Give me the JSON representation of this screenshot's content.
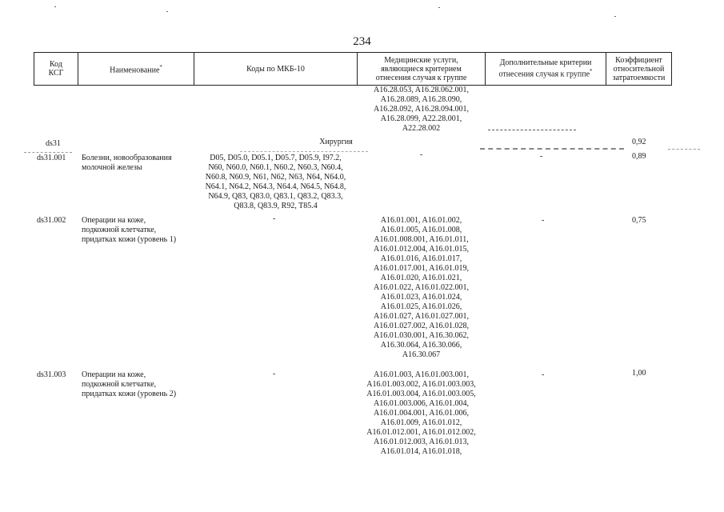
{
  "page_number": "234",
  "headers": {
    "code": [
      "Код",
      "КСГ"
    ],
    "name": "Наименование",
    "name_sup": "*",
    "mkb": "Коды по МКБ-10",
    "services": [
      "Медицинские услуги,",
      "являющиеся критерием",
      "отнесения случая к группе"
    ],
    "additional": [
      "Дополнительные критерии",
      "отнесения случая к группе"
    ],
    "additional_sup": "*",
    "coef": [
      "Коэффициент",
      "относительной",
      "затратоемкости"
    ]
  },
  "continuation": {
    "services": [
      "A16.28.053, A16.28.062.001,",
      "A16.28.089, A16.28.090,",
      "A16.28.092, A16.28.094.001,",
      "A16.28.099, A22.28.001,",
      "A22.28.002"
    ]
  },
  "section": {
    "code": "ds31",
    "title": "Хирургия",
    "coef": "0,92"
  },
  "rows": [
    {
      "code": "ds31.001",
      "name": [
        "Болезни, новообразования",
        "молочной железы"
      ],
      "mkb": [
        "D05, D05.0, D05.1, D05.7, D05.9, I97.2,",
        "N60, N60.0, N60.1, N60.2, N60.3, N60.4,",
        "N60.8, N60.9, N61, N62, N63, N64, N64.0,",
        "N64.1, N64.2, N64.3, N64.4, N64.5, N64.8,",
        "N64.9, Q83, Q83.0, Q83.1, Q83.2, Q83.3,",
        "Q83.8, Q83.9, R92, T85.4"
      ],
      "services": [
        "-"
      ],
      "additional": "-",
      "coef": "0,89"
    },
    {
      "code": "ds31.002",
      "name": [
        "Операции на коже,",
        "подкожной клетчатке,",
        "придатках кожи (уровень 1)"
      ],
      "mkb": [
        "-"
      ],
      "services": [
        "A16.01.001, A16.01.002,",
        "A16.01.005, A16.01.008,",
        "A16.01.008.001, A16.01.011,",
        "A16.01.012.004, A16.01.015,",
        "A16.01.016, A16.01.017,",
        "A16.01.017.001, A16.01.019,",
        "A16.01.020, A16.01.021,",
        "A16.01.022, A16.01.022.001,",
        "A16.01.023, A16.01.024,",
        "A16.01.025, A16.01.026,",
        "A16.01.027, A16.01.027.001,",
        "A16.01.027.002, A16.01.028,",
        "A16.01.030.001, A16.30.062,",
        "A16.30.064, A16.30.066,",
        "A16.30.067"
      ],
      "additional": "-",
      "coef": "0,75"
    },
    {
      "code": "ds31.003",
      "name": [
        "Операции на коже,",
        "подкожной клетчатке,",
        "придатках кожи (уровень 2)"
      ],
      "mkb": [
        "-"
      ],
      "services": [
        "A16.01.003, A16.01.003.001,",
        "A16.01.003.002, A16.01.003.003,",
        "A16.01.003.004, A16.01.003.005,",
        "A16.01.003.006, A16.01.004,",
        "A16.01.004.001, A16.01.006,",
        "A16.01.009, A16.01.012,",
        "A16.01.012.001, A16.01.012.002,",
        "A16.01.012.003, A16.01.013,",
        "A16.01.014, A16.01.018,"
      ],
      "additional": "-",
      "coef": "1,00"
    }
  ]
}
